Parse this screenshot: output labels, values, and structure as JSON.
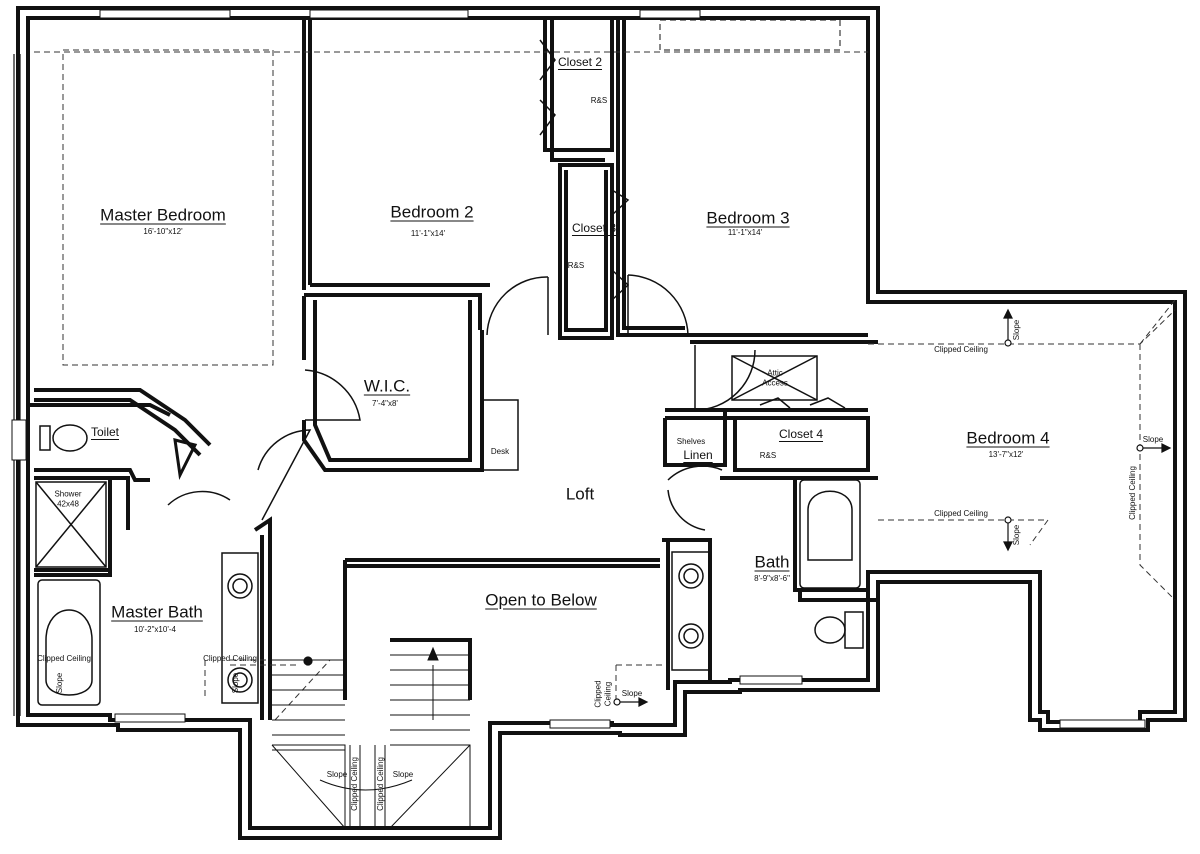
{
  "rooms": {
    "master_bedroom": {
      "name": "Master Bedroom",
      "dim": "16'-10\"x12'"
    },
    "bedroom2": {
      "name": "Bedroom 2",
      "dim": "11'-1\"x14'"
    },
    "bedroom3": {
      "name": "Bedroom 3",
      "dim": "11'-1\"x14'"
    },
    "bedroom4": {
      "name": "Bedroom 4",
      "dim": "13'-7\"x12'"
    },
    "wic": {
      "name": "W.I.C.",
      "dim": "7'-4\"x8'"
    },
    "master_bath": {
      "name": "Master Bath",
      "dim": "10'-2\"x10'-4"
    },
    "bath": {
      "name": "Bath",
      "dim": "8'-9\"x8'-6\""
    },
    "loft": {
      "name": "Loft"
    },
    "open_to_below": {
      "name": "Open to Below"
    },
    "toilet": {
      "name": "Toilet"
    },
    "linen": {
      "name": "Linen"
    },
    "closet2": {
      "name": "Closet 2"
    },
    "closet3": {
      "name": "Closet 3"
    },
    "closet4": {
      "name": "Closet 4"
    }
  },
  "notes": {
    "rs": "R&S",
    "shelves": "Shelves",
    "desk": "Desk",
    "attic": "Attic\nAccess",
    "shower": "Shower\n42x48",
    "clipped": "Clipped Ceiling",
    "clipped_split": "Clipped\nCeiling",
    "slope": "Slope"
  },
  "colors": {
    "wall": "#111111",
    "line": "#222222",
    "background": "#ffffff"
  }
}
